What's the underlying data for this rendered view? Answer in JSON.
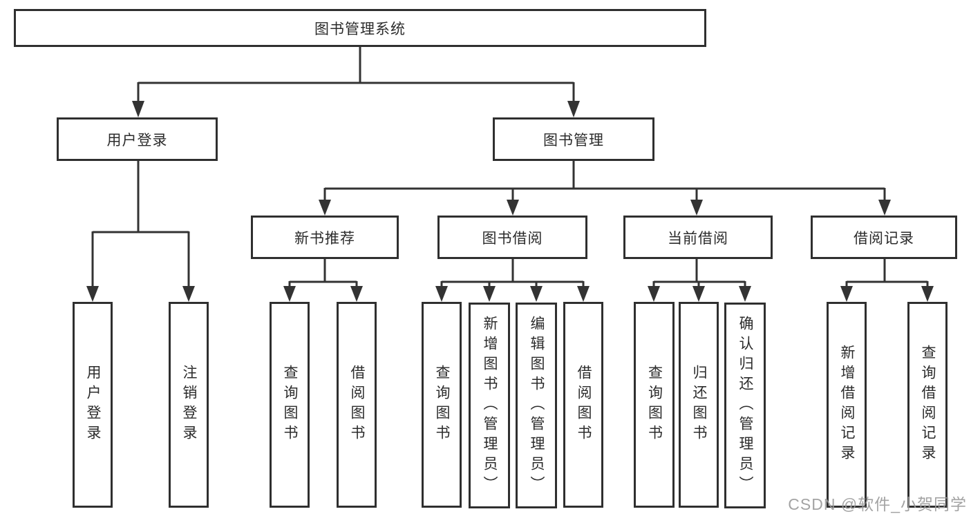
{
  "tree": {
    "label": "图书管理系统",
    "children": [
      {
        "label": "用户登录",
        "children": [
          {
            "label": "用户登录"
          },
          {
            "label": "注销登录"
          }
        ]
      },
      {
        "label": "图书管理",
        "children": [
          {
            "label": "新书推荐",
            "children": [
              {
                "label": "查询图书"
              },
              {
                "label": "借阅图书"
              }
            ]
          },
          {
            "label": "图书借阅",
            "children": [
              {
                "label": "查询图书"
              },
              {
                "label": "新增图书（管理员）"
              },
              {
                "label": "编辑图书（管理员）"
              },
              {
                "label": "借阅图书"
              }
            ]
          },
          {
            "label": "当前借阅",
            "children": [
              {
                "label": "查询图书"
              },
              {
                "label": "归还图书"
              },
              {
                "label": "确认归还（管理员）"
              }
            ]
          },
          {
            "label": "借阅记录",
            "children": [
              {
                "label": "新增借阅记录"
              },
              {
                "label": "查询借阅记录"
              }
            ]
          }
        ]
      }
    ]
  },
  "watermark": {
    "text": "CSDN @软件_小贺同学"
  },
  "colors": {
    "line": "#333333",
    "box_border": "#2f2f2f",
    "text": "#2b2b2b",
    "watermark_text": "#9c9c9c",
    "background": "#ffffff"
  }
}
